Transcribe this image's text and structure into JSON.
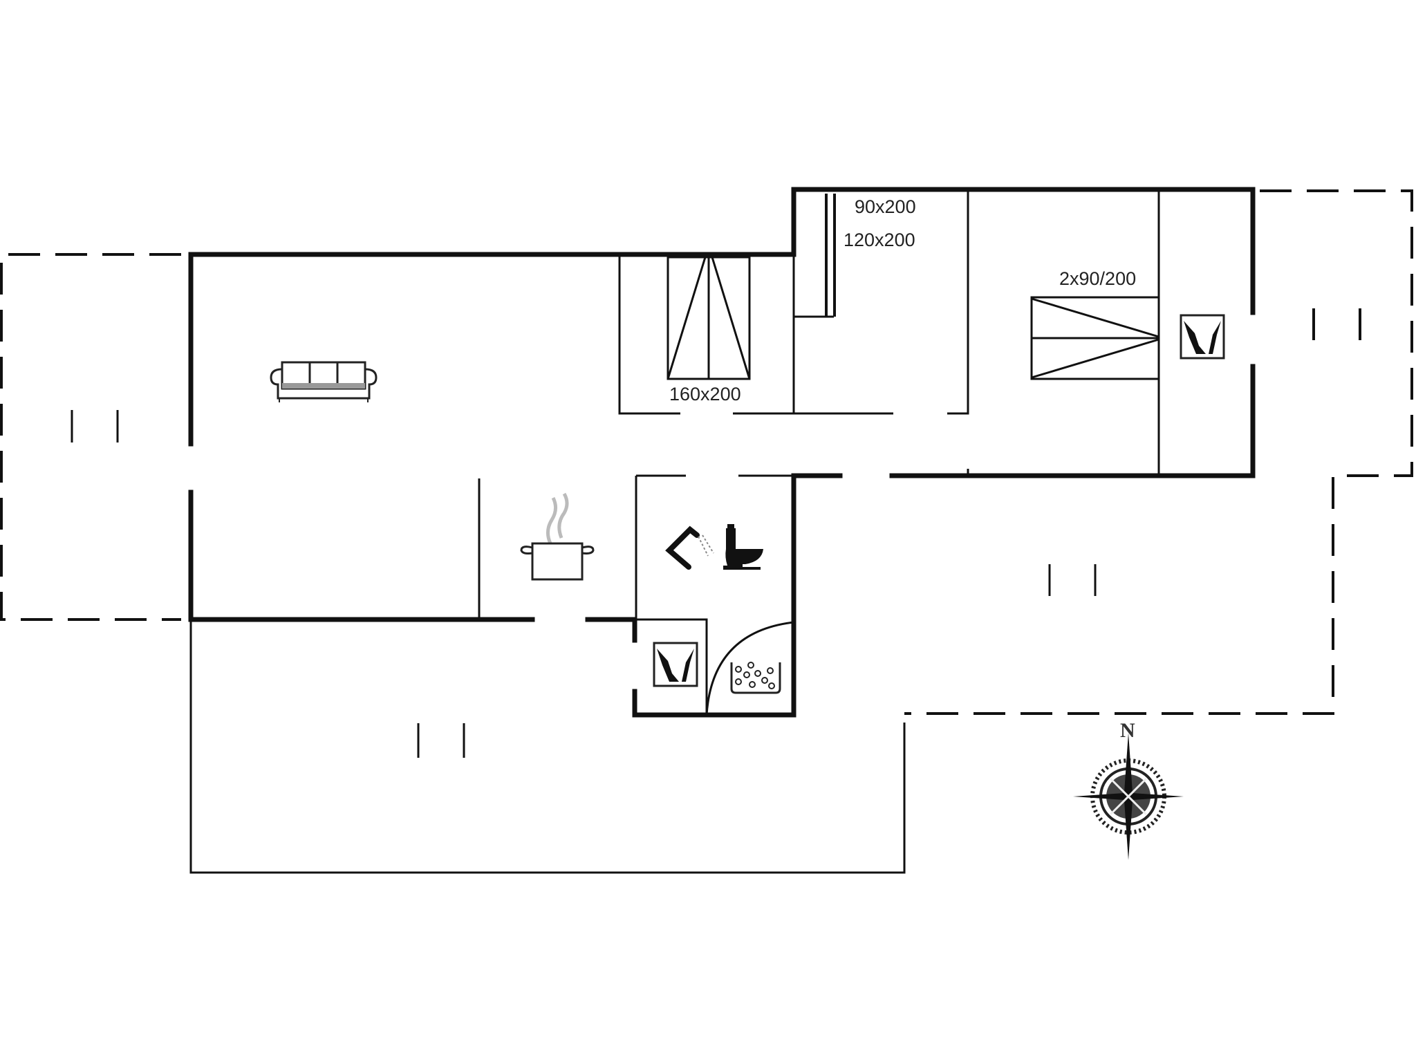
{
  "plan": {
    "type": "floor-plan",
    "colors": {
      "line": "#111111",
      "background": "#ffffff",
      "steam": "#bbbbbb"
    },
    "bed_labels": {
      "bedroom_1": "160x200",
      "bedroom_2_a": "90x200",
      "bedroom_2_b": "120x200",
      "bedroom_3": "2x90/200"
    },
    "compass": {
      "label": "N"
    },
    "icons": [
      "sofa-icon",
      "cooking-pot-icon",
      "shower-icon",
      "toilet-icon",
      "washing-machine-icon",
      "sauna-icon",
      "terrace-marker-icon"
    ],
    "rooms": [
      "living-room",
      "kitchen",
      "bathroom",
      "utility-room",
      "sauna",
      "bedroom-160x200",
      "bedroom-90x200-120x200",
      "bedroom-2x90-200",
      "terrace-west",
      "terrace-east",
      "terrace-south",
      "terrace-southeast"
    ]
  }
}
